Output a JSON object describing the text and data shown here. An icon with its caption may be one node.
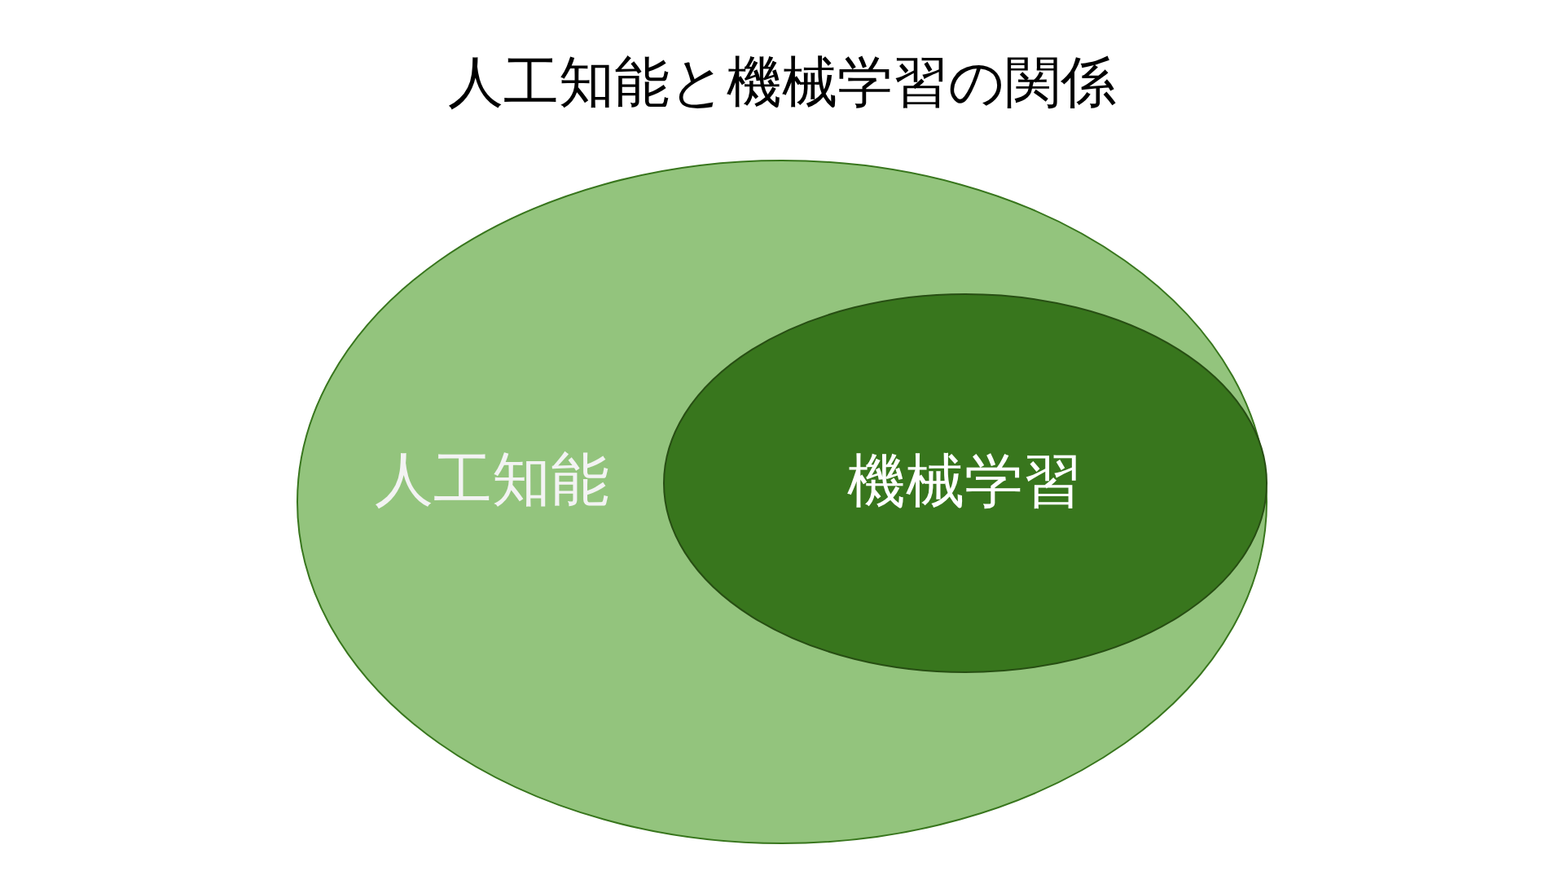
{
  "diagram": {
    "title": "人工知能と機械学習の関係",
    "nodes": [
      {
        "text": [
          "人工知能"
        ]
      },
      {
        "text": [
          "機械学習"
        ],
        "in": 0
      }
    ]
  }
}
